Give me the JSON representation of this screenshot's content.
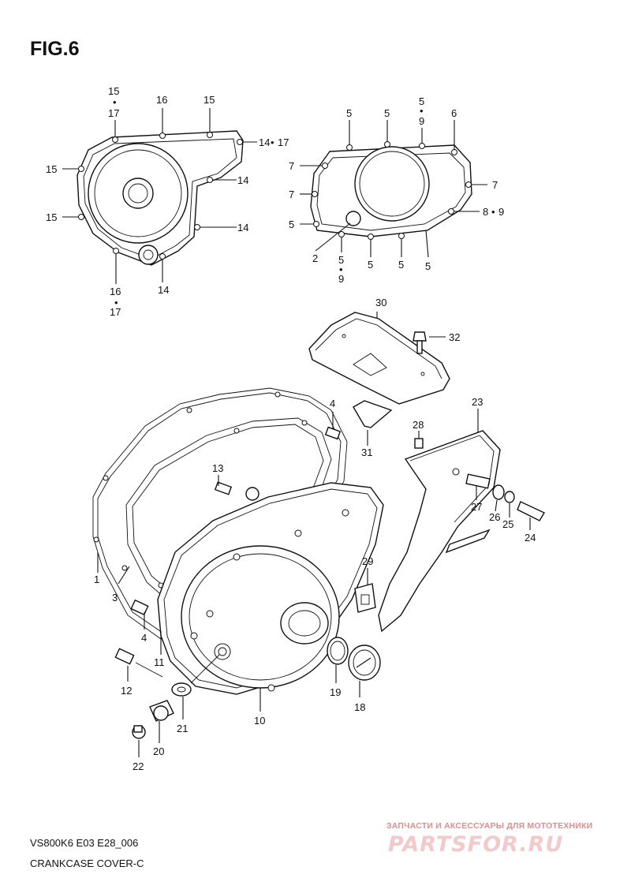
{
  "figure": {
    "title": "FIG.6"
  },
  "footer": {
    "model_code": "VS800K6 E03 E28_006",
    "section_name": "CRANKCASE COVER-C"
  },
  "watermark": {
    "tagline": "ЗАПЧАСТИ И АКСЕССУАРЫ ДЛЯ МОТОТЕХНИКИ",
    "logo": "PARTSFOR.RU"
  },
  "callouts": {
    "top_left_cover": [
      "15",
      "17",
      "16",
      "15",
      "14",
      "17",
      "15",
      "14",
      "15",
      "14",
      "16",
      "17",
      "14"
    ],
    "top_right_cover": [
      "5",
      "5",
      "5",
      "9",
      "6",
      "7",
      "7",
      "7",
      "5",
      "8",
      "9",
      "2",
      "5",
      "9",
      "5",
      "5",
      "5"
    ],
    "main_assembly": [
      "30",
      "32",
      "31",
      "23",
      "28",
      "4",
      "13",
      "27",
      "26",
      "25",
      "24",
      "1",
      "3",
      "29",
      "4",
      "11",
      "12",
      "19",
      "18",
      "10",
      "21",
      "20",
      "22"
    ]
  }
}
